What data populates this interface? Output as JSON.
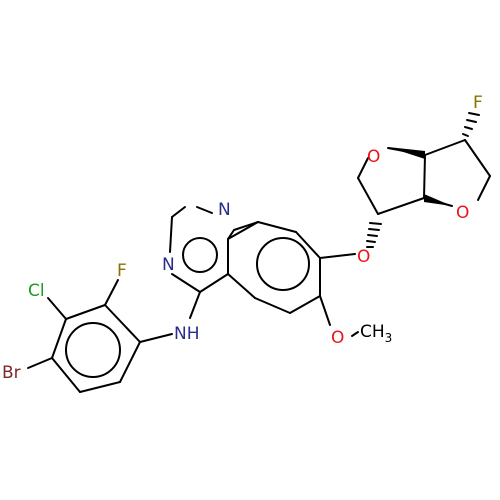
{
  "molecule": {
    "atoms": {
      "n_ring_top": "N",
      "n_ring_left": "N",
      "amine": "NH",
      "o_ether_link": "O",
      "o_methoxy": "O",
      "methyl_c": "CH",
      "methyl_sub": "3",
      "o_furan_a": "O",
      "o_furan_b": "O",
      "fluoro_bicyclic": "F",
      "fluoro_aryl": "F",
      "chloro": "Cl",
      "bromo": "Br"
    },
    "colors": {
      "bond": "#000000",
      "nitrogen": "#2b2b8c",
      "oxygen": "#e8141a",
      "fluorine": "#8a7000",
      "chlorine": "#1f9a1f",
      "bromine": "#7a2a2a"
    }
  }
}
